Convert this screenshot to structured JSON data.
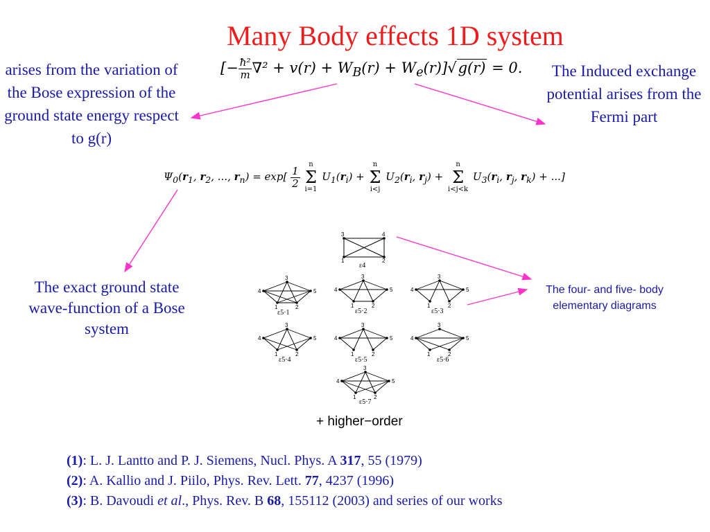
{
  "title": "Many Body effects 1D system",
  "notes": {
    "bose_variation": "arises from the variation of the Bose expression of the ground state energy respect to g(r)",
    "fermi_exchange": "The Induced exchange potential arises from the Fermi part",
    "exact_wavefunction": "The exact ground state wave-function of a Bose system",
    "elementary_diagrams_line1": "The four- and five- body",
    "elementary_diagrams_line2": "elementary diagrams"
  },
  "equations": {
    "eq1_tail": "+ v(r) + W",
    "eq1_wb_sub": "B",
    "eq1_plus": "(r) + W",
    "eq1_we_sub": "e",
    "eq1_after": "(r)]",
    "eq1_end": "= 0.",
    "eq2_end": "+ ...]"
  },
  "diagrams": {
    "labels": [
      "ε4",
      "ε5·1",
      "ε5·2",
      "ε5·3",
      "ε5·4",
      "ε5·5",
      "ε5·6",
      "ε5·7"
    ],
    "higher_order": "+ higher−order"
  },
  "references": [
    {
      "num": "(1)",
      "text": ": L. J. Lantto and P. J. Siemens, Nucl. Phys. A ",
      "vol": "317",
      "rest": ", 55 (1979)"
    },
    {
      "num": "(2)",
      "text": ": A. Kallio and J. Piilo, Phys. Rev. Lett. ",
      "vol": "77",
      "rest": ", 4237 (1996)"
    },
    {
      "num": "(3)",
      "text": ": B. Davoudi ",
      "etal": "et al",
      "text2": "., Phys. Rev. B ",
      "vol": "68",
      "rest": ", 155112 (2003) and series of our works"
    }
  ],
  "colors": {
    "title": "#ee1c1c",
    "note_text": "#1a1aa8",
    "arrow": "#ff33cc"
  }
}
